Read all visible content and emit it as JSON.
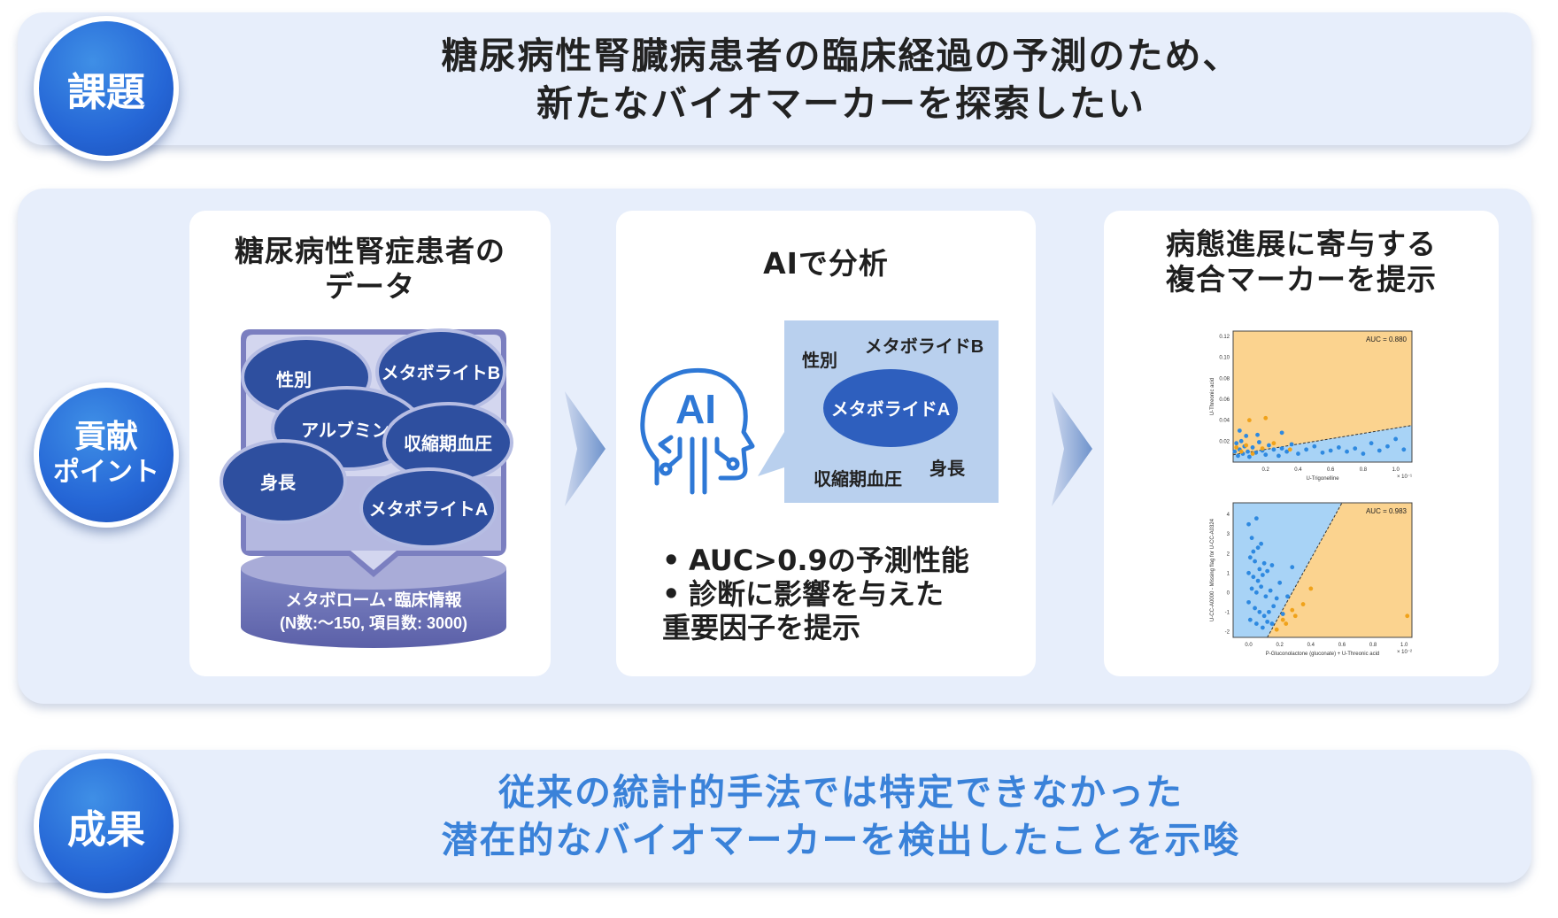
{
  "task": {
    "badge": "課題",
    "line1": "糖尿病性腎臓病患者の臨床経過の予測のため、",
    "line2": "新たなバイオマーカーを探索したい"
  },
  "contribution": {
    "badge_line1": "貢献",
    "badge_line2": "ポイント"
  },
  "card1": {
    "title_line1": "糖尿病性腎症患者の",
    "title_line2": "データ",
    "bubbles": [
      "性別",
      "メタボライトB",
      "アルブミン",
      "収縮期血圧",
      "身長",
      "メタボライトA"
    ],
    "db_line1": "メタボローム･臨床情報",
    "db_line2": "(N数:～150, 項目数: 3000)"
  },
  "card2": {
    "title": "AIで分析",
    "ai_label": "AI",
    "screen_labels": {
      "top_right": "メタボライドB",
      "top_left": "性別",
      "center": "メタボライドA",
      "bottom_left": "収縮期血圧",
      "bottom_right": "身長"
    },
    "bullets": [
      "AUC>0.9の予測性能",
      "診断に影響を与えた",
      "重要因子を提示"
    ]
  },
  "card3": {
    "title_line1": "病態進展に寄与する",
    "title_line2": "複合マーカーを提示"
  },
  "result": {
    "badge": "成果",
    "line1": "従来の統計的手法では特定できなかった",
    "line2": "潜在的なバイオマーカーを検出したことを示唆"
  },
  "colors": {
    "band_bg": "#e7eefb",
    "badge_blue": "#2566d6",
    "result_text": "#3a82d9",
    "bubble_blue": "#2e4f9f",
    "plot_orange": "#fbd38f",
    "plot_blue": "#a8d3f6",
    "point_blue": "#2e89e0",
    "point_orange": "#f0a21a"
  },
  "chart_data": [
    {
      "type": "scatter",
      "title": "",
      "annotation": "AUC = 0.880",
      "xlabel": "U-Trigonelline",
      "ylabel": "U-Threonic acid",
      "xlim": [
        0,
        1.1
      ],
      "ylim": [
        0,
        0.125
      ],
      "x_ticks": [
        "0.2",
        "0.4",
        "0.6",
        "0.8",
        "1.0"
      ],
      "x_multiplier": "× 10⁻¹",
      "y_ticks": [
        "0.02",
        "0.04",
        "0.06",
        "0.08",
        "0.10",
        "0.12"
      ],
      "boundary": [
        [
          0,
          0.007
        ],
        [
          1.1,
          0.035
        ]
      ],
      "series": [
        {
          "color": "blue",
          "points": [
            [
              0.01,
              0.01
            ],
            [
              0.02,
              0.018
            ],
            [
              0.03,
              0.006
            ],
            [
              0.04,
              0.012
            ],
            [
              0.05,
              0.02
            ],
            [
              0.06,
              0.008
            ],
            [
              0.07,
              0.015
            ],
            [
              0.08,
              0.025
            ],
            [
              0.09,
              0.01
            ],
            [
              0.1,
              0.005
            ],
            [
              0.12,
              0.014
            ],
            [
              0.14,
              0.009
            ],
            [
              0.16,
              0.019
            ],
            [
              0.18,
              0.011
            ],
            [
              0.2,
              0.007
            ],
            [
              0.22,
              0.016
            ],
            [
              0.25,
              0.012
            ],
            [
              0.28,
              0.006
            ],
            [
              0.3,
              0.013
            ],
            [
              0.33,
              0.01
            ],
            [
              0.36,
              0.017
            ],
            [
              0.4,
              0.008
            ],
            [
              0.45,
              0.012
            ],
            [
              0.5,
              0.015
            ],
            [
              0.55,
              0.009
            ],
            [
              0.6,
              0.011
            ],
            [
              0.65,
              0.014
            ],
            [
              0.7,
              0.01
            ],
            [
              0.75,
              0.013
            ],
            [
              0.8,
              0.008
            ],
            [
              0.85,
              0.018
            ],
            [
              0.9,
              0.011
            ],
            [
              0.95,
              0.015
            ],
            [
              1.0,
              0.022
            ],
            [
              1.05,
              0.012
            ],
            [
              0.04,
              0.03
            ],
            [
              0.15,
              0.026
            ],
            [
              0.3,
              0.028
            ]
          ]
        },
        {
          "color": "orange",
          "points": [
            [
              0.02,
              0.014
            ],
            [
              0.05,
              0.01
            ],
            [
              0.08,
              0.016
            ],
            [
              0.12,
              0.008
            ],
            [
              0.18,
              0.013
            ],
            [
              0.25,
              0.018
            ],
            [
              0.35,
              0.012
            ],
            [
              0.1,
              0.04
            ],
            [
              0.2,
              0.042
            ]
          ]
        }
      ]
    },
    {
      "type": "scatter",
      "title": "",
      "annotation": "AUC = 0.983",
      "xlabel": "P-Gluconolactone (gluconate) + U-Threonic acid",
      "ylabel": "U-CC-A0000 - Missing flag for U-CC-A0324",
      "xlim": [
        -0.1,
        1.05
      ],
      "ylim": [
        -2.3,
        4.6
      ],
      "x_ticks": [
        "0.0",
        "0.2",
        "0.4",
        "0.6",
        "0.8",
        "1.0"
      ],
      "x_multiplier": "× 10⁻²",
      "y_ticks": [
        "-2",
        "-1",
        "0",
        "1",
        "2",
        "3",
        "4"
      ],
      "boundary": [
        [
          0.12,
          -2.3
        ],
        [
          0.6,
          4.6
        ]
      ],
      "series": [
        {
          "color": "blue",
          "points": [
            [
              0.0,
              3.5
            ],
            [
              0.05,
              3.8
            ],
            [
              0.02,
              2.8
            ],
            [
              0.08,
              2.5
            ],
            [
              0.01,
              1.8
            ],
            [
              0.04,
              1.6
            ],
            [
              0.07,
              1.2
            ],
            [
              0.1,
              1.5
            ],
            [
              0.0,
              1.0
            ],
            [
              0.03,
              0.8
            ],
            [
              0.06,
              0.6
            ],
            [
              0.09,
              0.9
            ],
            [
              0.12,
              1.1
            ],
            [
              0.15,
              1.4
            ],
            [
              0.02,
              0.2
            ],
            [
              0.05,
              0.0
            ],
            [
              0.08,
              0.3
            ],
            [
              0.11,
              -0.2
            ],
            [
              0.14,
              0.1
            ],
            [
              0.0,
              -0.5
            ],
            [
              0.04,
              -0.8
            ],
            [
              0.07,
              -1.0
            ],
            [
              0.1,
              -1.2
            ],
            [
              0.13,
              -1.0
            ],
            [
              0.16,
              -0.7
            ],
            [
              0.01,
              -1.4
            ],
            [
              0.05,
              -1.6
            ],
            [
              0.09,
              -1.8
            ],
            [
              0.12,
              -1.5
            ],
            [
              0.18,
              -0.3
            ],
            [
              0.2,
              0.5
            ],
            [
              0.22,
              -1.1
            ],
            [
              0.03,
              2.1
            ],
            [
              0.06,
              2.3
            ],
            [
              0.15,
              -1.6
            ],
            [
              0.25,
              -0.2
            ],
            [
              0.28,
              1.3
            ]
          ]
        },
        {
          "color": "orange",
          "points": [
            [
              0.18,
              -1.9
            ],
            [
              0.24,
              -1.6
            ],
            [
              0.3,
              -1.2
            ],
            [
              0.35,
              -0.6
            ],
            [
              0.4,
              0.2
            ],
            [
              0.28,
              -0.9
            ],
            [
              0.22,
              -1.4
            ],
            [
              1.02,
              -1.2
            ]
          ]
        }
      ]
    }
  ]
}
